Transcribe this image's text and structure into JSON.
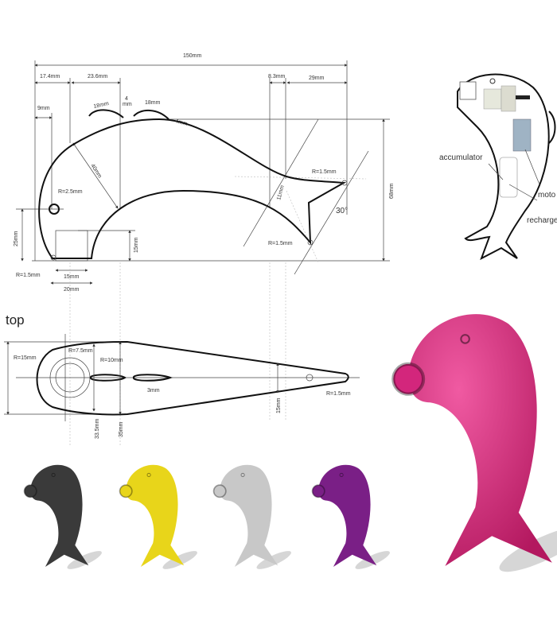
{
  "side_view": {
    "dimensions": {
      "overall_length": "150mm",
      "d1": "17.4mm",
      "d2": "23.6mm",
      "d3": "9mm",
      "fin1": "18mm",
      "gap": "4",
      "gap_unit": "mm",
      "fin2": "18mm",
      "fin_offset": "4mm",
      "head_diag": "40mm",
      "eye_radius": "R=2.5mm",
      "height_left": "25mm",
      "foot_height": "15mm",
      "foot_radius": "R=1.5mm",
      "foot_inner": "15mm",
      "foot_outer": "20mm",
      "tail_d1": "8.3mm",
      "tail_d2": "29mm",
      "tail_radius_top": "R=1.5mm",
      "tail_radius_bottom": "R=1.5mm",
      "tail_width": "11mm",
      "tail_angle": "30°",
      "overall_height": "68mm"
    }
  },
  "top_view": {
    "title": "top",
    "dimensions": {
      "r15": "R=15mm",
      "r75": "R=7.5mm",
      "r10": "R=10mm",
      "slot": "3mm",
      "w335": "33.5mm",
      "w35": "35mm",
      "w15": "15mm",
      "tip_radius": "R=1.5mm"
    }
  },
  "internal_view": {
    "labels": {
      "accumulator": "accumulator",
      "motor": "moto",
      "recharge": "recharge"
    }
  },
  "product_colors": {
    "black": "#3a3a3a",
    "yellow": "#e8d51a",
    "silver": "#c8c8c8",
    "purple": "#7a1f86",
    "magenta": "#d3267c"
  }
}
